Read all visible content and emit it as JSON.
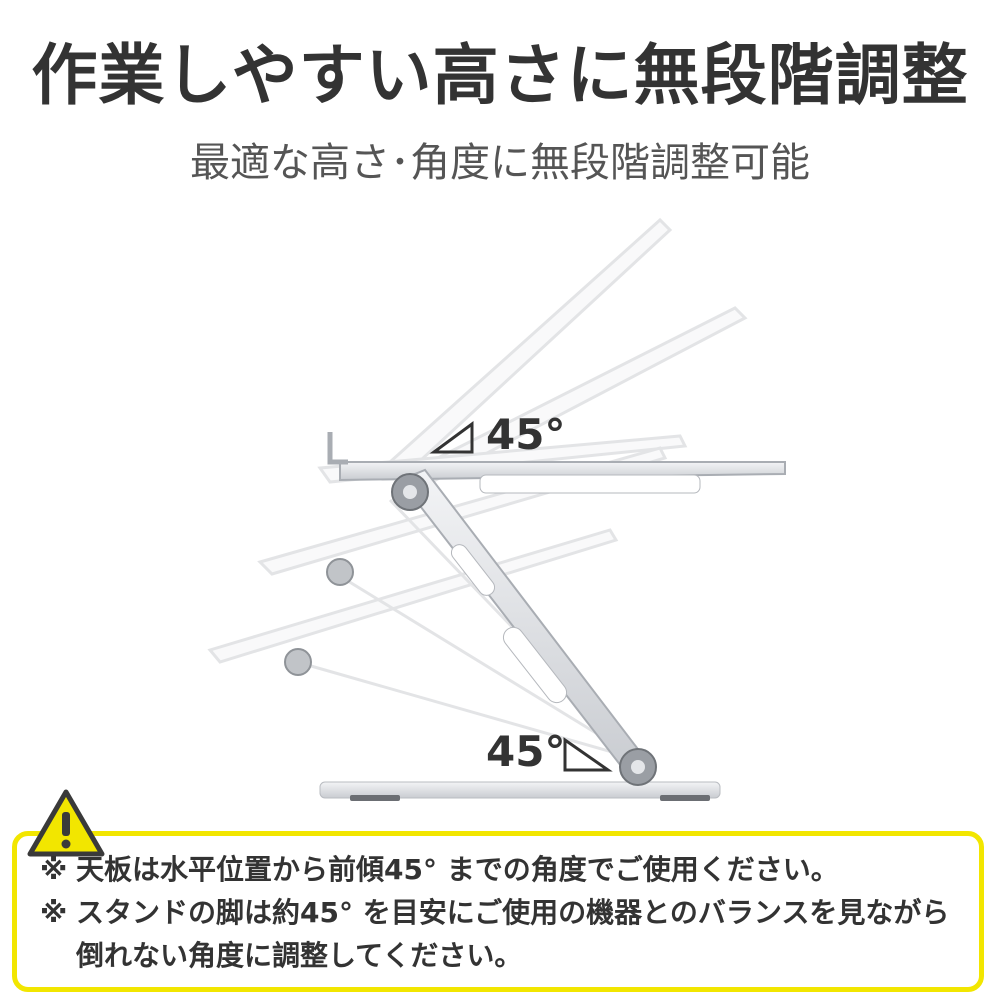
{
  "headline": "作業しやすい高さに無段階調整",
  "subheadline": "最適な高さ･角度に無段階調整可能",
  "angle_labels": {
    "top": "45°",
    "bottom": "45°"
  },
  "warning": {
    "icon": "warning-triangle-icon",
    "mark": "※",
    "notes": [
      "天板は水平位置から前傾45° までの角度でご使用ください。",
      "スタンドの脚は約45° を目安にご使用の機器とのバランスを見ながら",
      "倒れない角度に調整してください。"
    ]
  },
  "colors": {
    "accent_yellow": "#f2e600",
    "text": "#333333"
  }
}
